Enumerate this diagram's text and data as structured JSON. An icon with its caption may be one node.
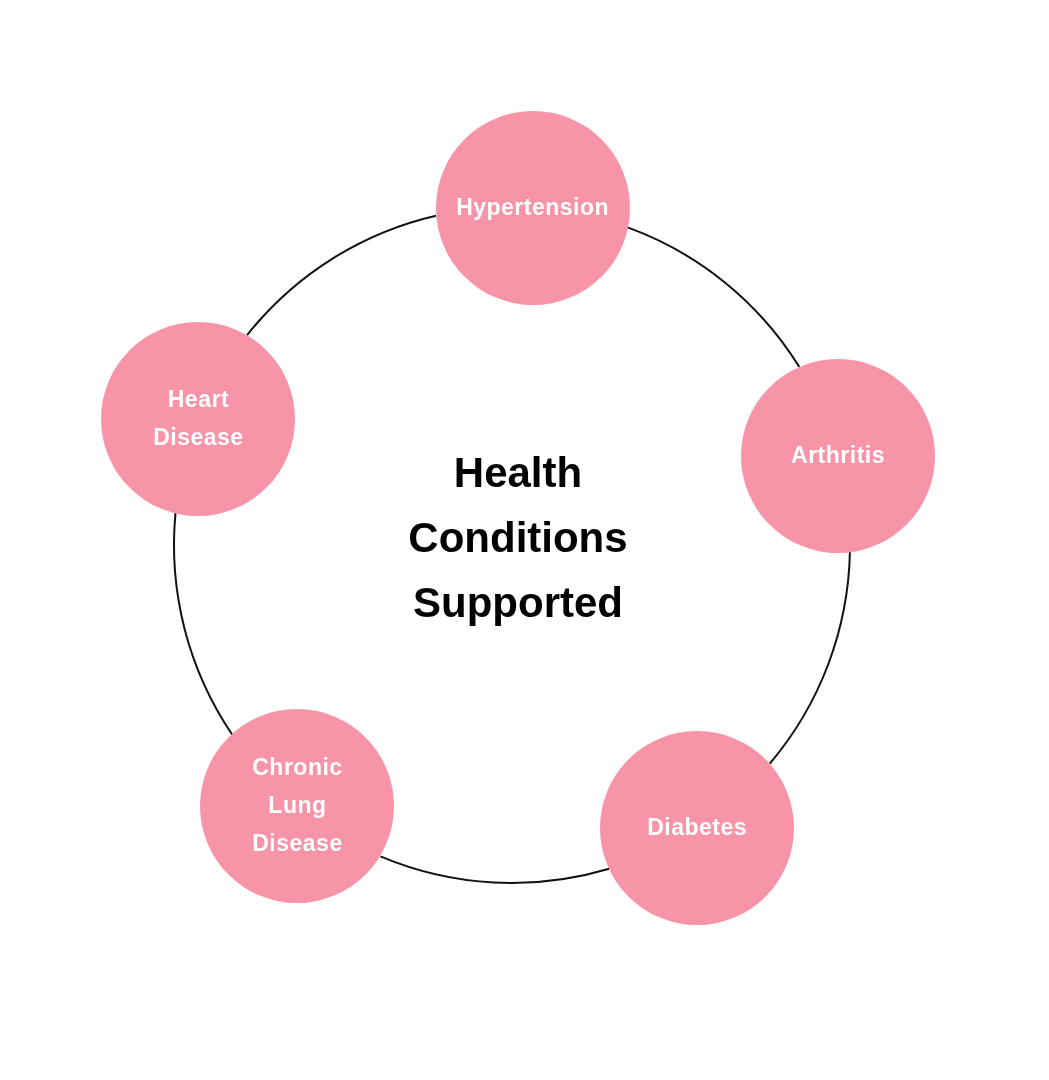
{
  "diagram": {
    "title": "Health Conditions Supported",
    "nodes": [
      {
        "text": [
          "Hypertension"
        ]
      },
      {
        "text": [
          "Arthritis"
        ]
      },
      {
        "text": [
          "Diabetes"
        ]
      },
      {
        "text": [
          "Chronic Lung Disease"
        ]
      },
      {
        "text": [
          "Heart Disease"
        ]
      }
    ],
    "edges": [
      {
        "from": 0,
        "to": 1,
        "arrow": "none"
      },
      {
        "from": 1,
        "to": 2,
        "arrow": "none"
      },
      {
        "from": 2,
        "to": 3,
        "arrow": "none"
      },
      {
        "from": 3,
        "to": 4,
        "arrow": "none"
      },
      {
        "from": 4,
        "to": 0,
        "arrow": "none"
      }
    ]
  }
}
